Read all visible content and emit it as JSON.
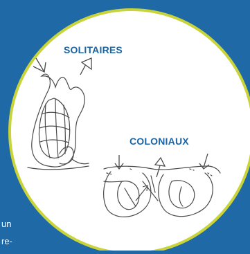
{
  "colors": {
    "background": "#2069a7",
    "circle_fill": "#ffffff",
    "circle_border": "#c9d43a",
    "label_color": "#1a64a6",
    "sketch_stroke": "#4a4a4a"
  },
  "labels": {
    "solitary": "SOLITAIRES",
    "colonial": "COLONIAUX"
  },
  "background_text": {
    "line1": "un",
    "line2": "re-"
  },
  "icons": [
    "inflow-arrow-icon",
    "outflow-arrow-icon"
  ]
}
